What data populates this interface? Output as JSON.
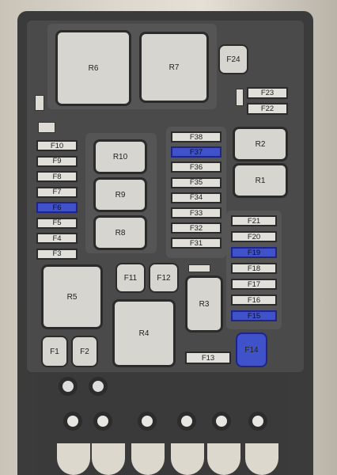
{
  "relays": {
    "r6": "R6",
    "r7": "R7",
    "r24": "F24",
    "r10": "R10",
    "r9": "R9",
    "r8": "R8",
    "r2": "R2",
    "r1": "R1",
    "r5": "R5",
    "r4": "R4",
    "r3": "R3",
    "f11": "F11",
    "f12": "F12",
    "f1": "F1",
    "f2": "F2",
    "f14": "F14"
  },
  "fuses_left": [
    "F10",
    "F9",
    "F8",
    "F7",
    "F6",
    "F5",
    "F4",
    "F3"
  ],
  "fuses_center": [
    "F38",
    "F37",
    "F36",
    "F35",
    "F34",
    "F33",
    "F32",
    "F31"
  ],
  "fuses_right": [
    "F21",
    "F20",
    "F19",
    "F18",
    "F17",
    "F16",
    "F15"
  ],
  "fuses_top_right": [
    "F23",
    "F22"
  ],
  "fuse_bottom": "F13",
  "highlighted": [
    "F6",
    "F37",
    "F19",
    "F15",
    "F14"
  ],
  "colors": {
    "highlight": "#3f52c9",
    "housing": "#3b3b3b"
  }
}
